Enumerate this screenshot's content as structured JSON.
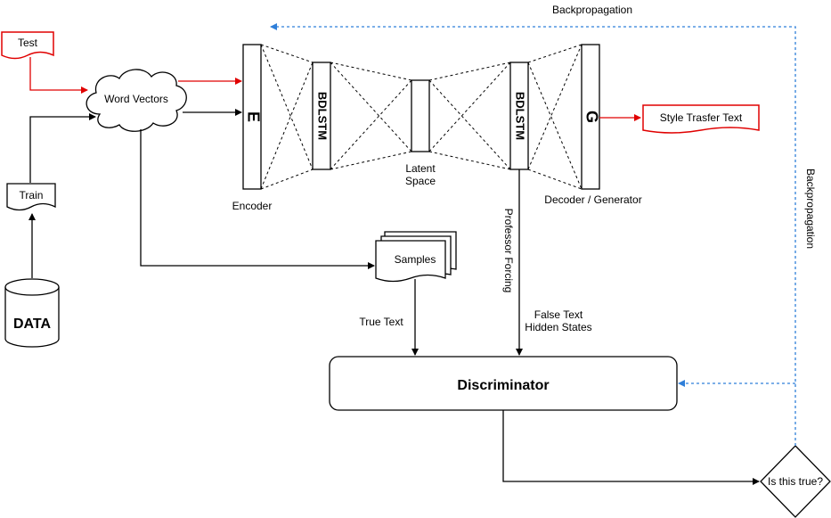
{
  "diagram": {
    "nodes": {
      "test": "Test",
      "word_vectors": "Word Vectors",
      "train": "Train",
      "data": "DATA",
      "encoder_block": "E",
      "bdlstm_left": "BDLSTM",
      "bdlstm_right": "BDLSTM",
      "generator_block": "G",
      "encoder_label": "Encoder",
      "latent_label_line1": "Latent",
      "latent_label_line2": "Space",
      "decoder_label": "Decoder / Generator",
      "style_transfer": "Style Trasfer Text",
      "samples": "Samples",
      "discriminator": "Discriminator",
      "decision": "Is this true?"
    },
    "edge_labels": {
      "backprop_top": "Backpropagation",
      "backprop_right": "Backpropagation",
      "professor_forcing": "Professor Forcing",
      "true_text": "True Text",
      "false_text_line1": "False Text",
      "false_text_line2": "Hidden States"
    },
    "colors": {
      "test_path": "#e00000",
      "backprop": "#2f7fd9",
      "default": "#000000"
    }
  }
}
